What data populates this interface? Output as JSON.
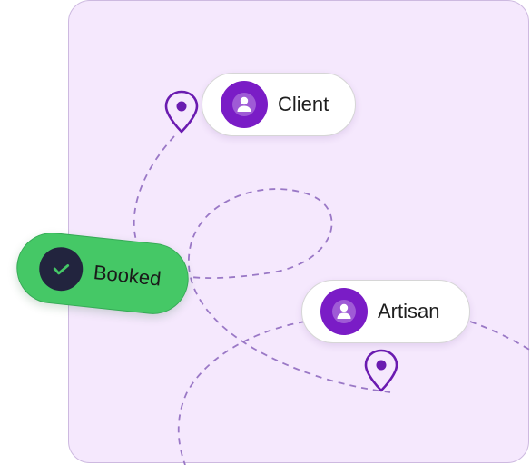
{
  "client": {
    "label": "Client",
    "icon": "user-icon",
    "avatar_color": "#7a1cc6"
  },
  "artisan": {
    "label": "Artisan",
    "icon": "user-icon",
    "avatar_color": "#7a1cc6"
  },
  "status": {
    "label": "Booked",
    "icon": "checkmark-icon",
    "color": "#45c866"
  },
  "pins": {
    "icon": "map-pin-icon",
    "color": "#6a1bb0"
  },
  "colors": {
    "background": "#f5e8fd",
    "route": "#9a78c6"
  }
}
